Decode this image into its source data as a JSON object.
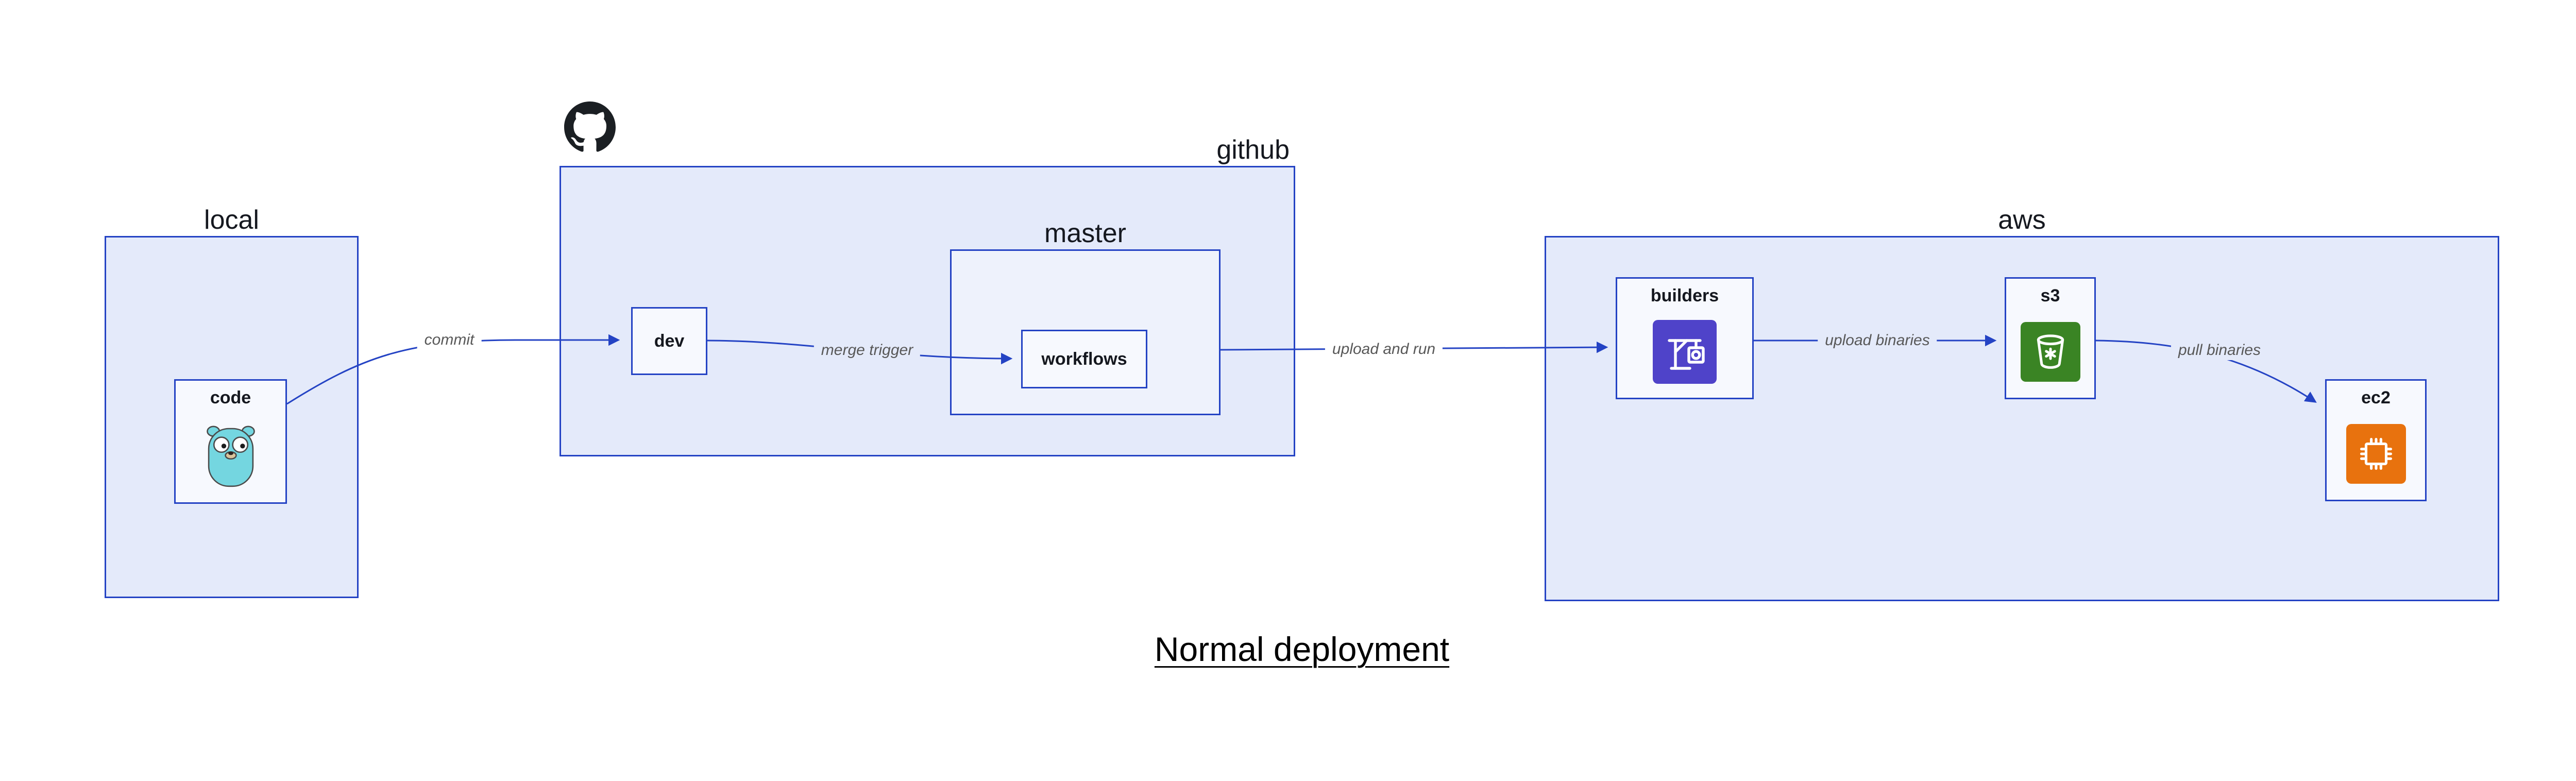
{
  "title": "Normal deployment",
  "groups": {
    "local": {
      "label": "local"
    },
    "github": {
      "label": "github"
    },
    "master": {
      "label": "master"
    },
    "aws": {
      "label": "aws"
    }
  },
  "nodes": {
    "code": {
      "label": "code",
      "icon": "go-gopher-icon"
    },
    "dev": {
      "label": "dev"
    },
    "workflows": {
      "label": "workflows"
    },
    "builders": {
      "label": "builders",
      "icon": "aws-codebuild-crane-icon"
    },
    "s3": {
      "label": "s3",
      "icon": "aws-s3-bucket-icon"
    },
    "ec2": {
      "label": "ec2",
      "icon": "aws-ec2-chip-icon"
    }
  },
  "edges": [
    {
      "from": "code",
      "to": "dev",
      "label": "commit"
    },
    {
      "from": "dev",
      "to": "workflows",
      "label": "merge trigger"
    },
    {
      "from": "master",
      "to": "builders",
      "label": "upload and run"
    },
    {
      "from": "builders",
      "to": "s3",
      "label": "upload binaries"
    },
    {
      "from": "s3",
      "to": "ec2",
      "label": "pull binaries"
    }
  ],
  "icons": {
    "github": "github-octocat-logo",
    "code": "go-gopher",
    "builders": "aws-codebuild-crane",
    "s3": "aws-s3-bucket",
    "ec2": "aws-ec2-chip"
  },
  "colors": {
    "edge": "#2443c4",
    "box-border": "#2443c4",
    "panel-fill": "#e4eafa",
    "sub-panel-fill": "#eef2fc",
    "leaf-fill": "#f7f9fe",
    "edge-label": "#585858",
    "codebuild-purple": "#4f43c9",
    "s3-green": "#3a8424",
    "ec2-orange": "#e8720e",
    "gopher-teal": "#74d6e0",
    "github-black": "#1b1f23"
  }
}
